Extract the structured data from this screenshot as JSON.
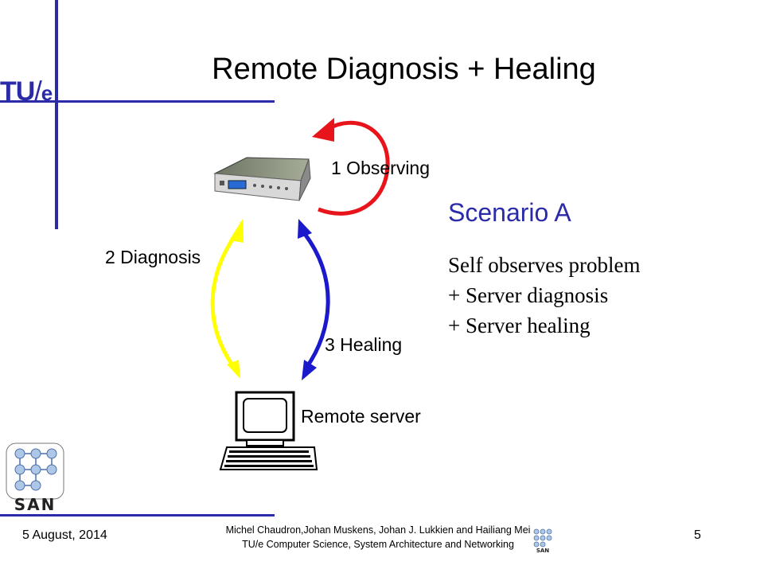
{
  "slide": {
    "title": "Remote Diagnosis + Healing",
    "logo_text": "TU",
    "logo_slash": "/",
    "logo_e": "e"
  },
  "diagram": {
    "observing_label": "1 Observing",
    "diagnosis_label": "2 Diagnosis",
    "healing_label": "3 Healing",
    "server_label": "Remote server",
    "colors": {
      "observing_arrow": "#e8141b",
      "diagnosis_arrow": "#ffff00",
      "healing_arrow": "#1a1acc"
    }
  },
  "scenario": {
    "title": "Scenario A",
    "lines": [
      "Self observes problem",
      "+ Server diagnosis",
      "+ Server healing"
    ]
  },
  "footer": {
    "date": "5 August, 2014",
    "credits_line1": "Michel Chaudron,Johan Muskens, Johan J. Lukkien  and Hailiang Mei",
    "credits_line2": "TU/e Computer Science, System Architecture and Networking",
    "page_number": "5",
    "san_logo": "SAN"
  },
  "theme": {
    "frame_color": "#2b2ba8"
  }
}
